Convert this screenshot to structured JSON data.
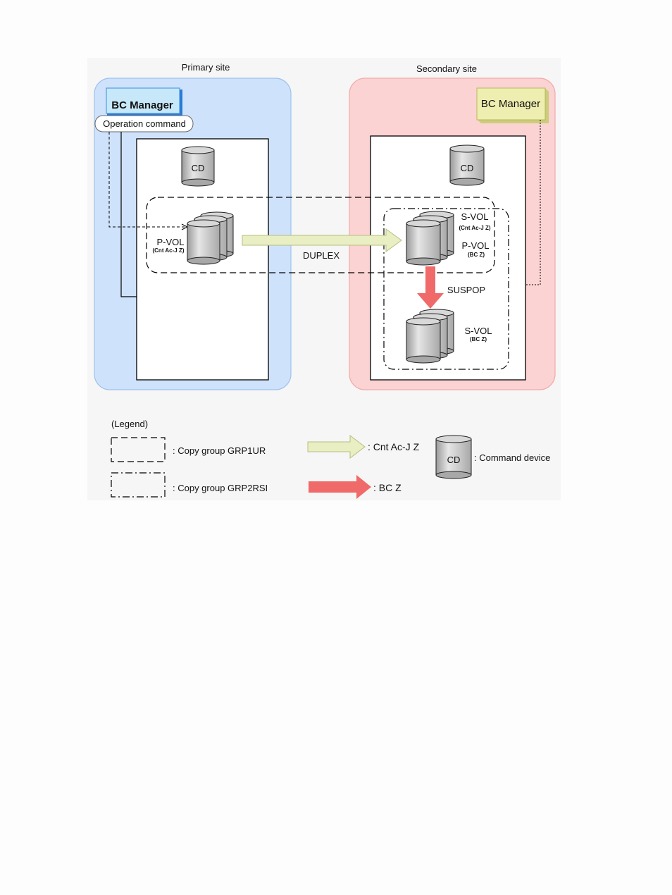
{
  "sites": {
    "primary_label": "Primary site",
    "secondary_label": "Secondary site"
  },
  "primary": {
    "manager_label": "BC Manager",
    "operation_command": "Operation command",
    "cd_label": "CD",
    "pvol_label": "P-VOL",
    "pvol_sub": "(Cnt Ac-J Z)"
  },
  "secondary": {
    "manager_label": "BC Manager",
    "cd_label": "CD",
    "svol1_label": "S-VOL",
    "svol1_sub": "(Cnt Ac-J Z)",
    "pvol_label": "P-VOL",
    "pvol_sub": "(BC Z)",
    "svol2_label": "S-VOL",
    "svol2_sub": "(BC Z)"
  },
  "arrows": {
    "duplex": "DUPLEX",
    "suspop": "SUSPOP"
  },
  "legend": {
    "title": "(Legend)",
    "grp1": ": Copy group GRP1UR",
    "grp2": ": Copy group GRP2RSI",
    "cnt": ": Cnt Ac-J Z",
    "bcz": ": BC Z",
    "cd_label": "CD",
    "cd_desc": ": Command device"
  },
  "colors": {
    "primary_site": "#cfe2fb",
    "secondary_site": "#fbd3d3",
    "cnt_arrow": "#e9eec3",
    "bc_arrow": "#f06a6a",
    "primary_manager": "#c6e8f8",
    "secondary_manager": "#eeeeb0"
  }
}
